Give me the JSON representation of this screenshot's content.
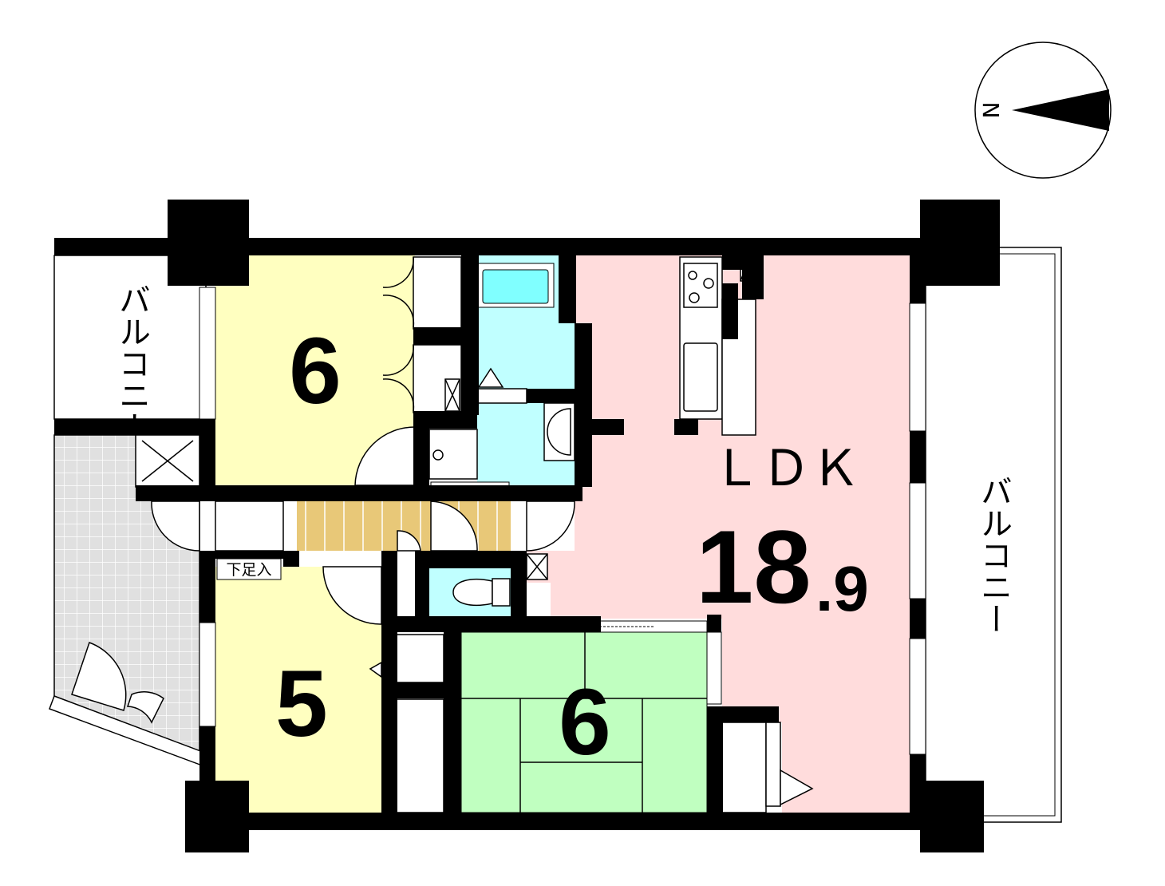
{
  "rooms": {
    "western_room_1": {
      "size": "6"
    },
    "western_room_2": {
      "size": "5"
    },
    "japanese_room": {
      "size": "6"
    },
    "ldk": {
      "label": "ＬＤＫ",
      "size_int": "18",
      "size_dec": ".9"
    }
  },
  "balcony_left": {
    "label": "バルコニー"
  },
  "balcony_right": {
    "label": "バルコニー"
  },
  "shoe_storage": {
    "label": "下足入"
  },
  "compass": {
    "label": "N"
  },
  "colors": {
    "western": "#ffffc0",
    "ldk": "#ffdcdc",
    "japanese": "#c0ffc0",
    "wet": "#c0ffff",
    "tub": "#80ffff",
    "floor": "#e8c878",
    "porch": "#e0e0e0"
  }
}
